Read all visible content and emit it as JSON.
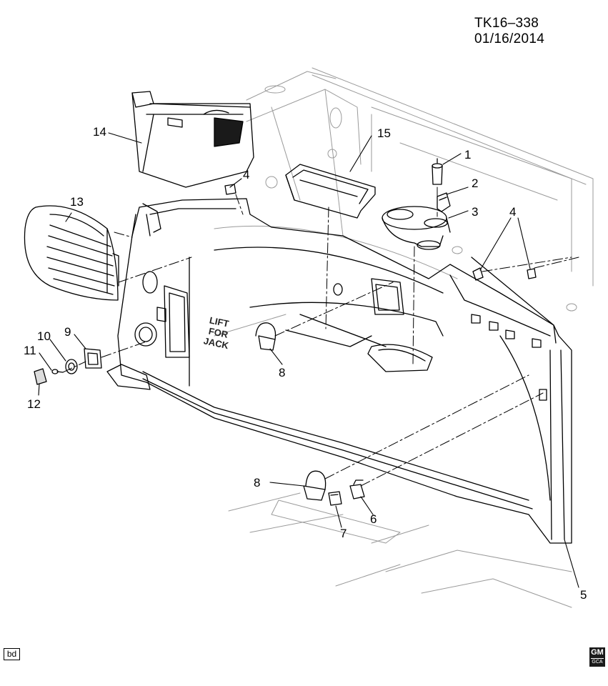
{
  "header": {
    "ref_code": "TK16–338 01/16/2014"
  },
  "stencil": {
    "lines": [
      "LIFT",
      "FOR",
      "JACK"
    ]
  },
  "badges": {
    "corner": "bd",
    "gm_main": "GM",
    "gm_sub": "GCA"
  },
  "callouts": [
    "1",
    "2",
    "3",
    "4",
    "4",
    "5",
    "6",
    "7",
    "8",
    "8",
    "9",
    "10",
    "11",
    "12",
    "13",
    "14",
    "15"
  ]
}
